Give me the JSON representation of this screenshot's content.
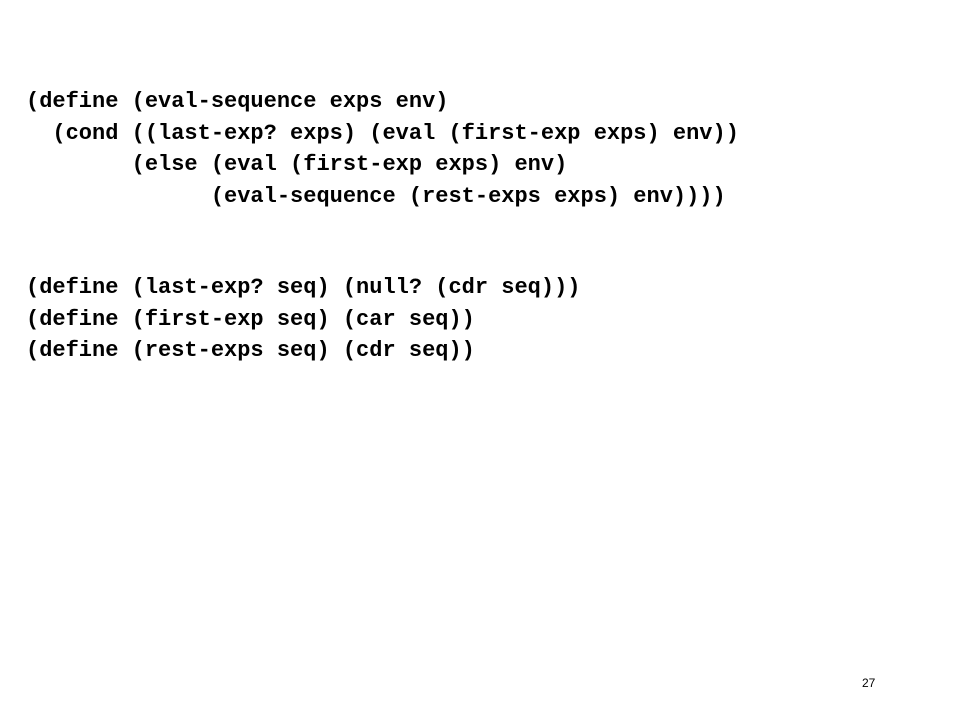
{
  "slide": {
    "code_blocks": [
      {
        "lines": [
          "(define (eval-sequence exps env)",
          "  (cond ((last-exp? exps) (eval (first-exp exps) env))",
          "        (else (eval (first-exp exps) env)",
          "              (eval-sequence (rest-exps exps) env))))"
        ]
      },
      {
        "lines": [
          "(define (last-exp? seq) (null? (cdr seq)))",
          "(define (first-exp seq) (car seq))",
          "(define (rest-exps seq) (cdr seq))"
        ]
      }
    ],
    "page_number": "27"
  }
}
